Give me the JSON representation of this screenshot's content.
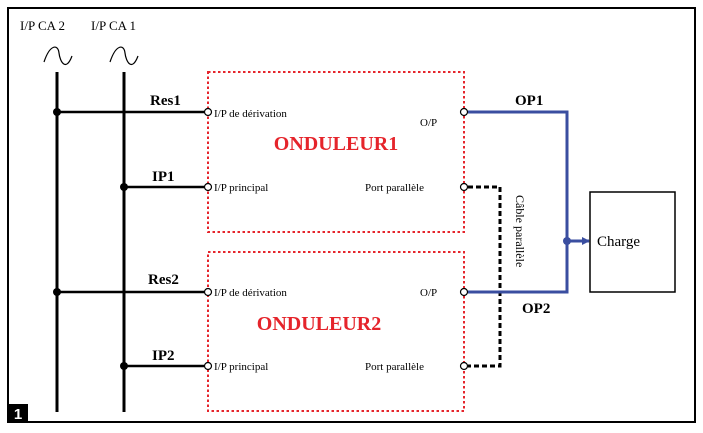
{
  "inputs": {
    "ca2_label": "I/P CA 2",
    "ca1_label": "I/P CA 1"
  },
  "lines": {
    "res1": "Res1",
    "ip1": "IP1",
    "res2": "Res2",
    "ip2": "IP2"
  },
  "ups1": {
    "name": "ONDULEUR1",
    "bypass_label": "I/P de dérivation",
    "main_label": "I/P principal",
    "output_label": "O/P",
    "parallel_label": "Port parallèle"
  },
  "ups2": {
    "name": "ONDULEUR2",
    "bypass_label": "I/P de dérivation",
    "main_label": "I/P principal",
    "output_label": "O/P",
    "parallel_label": "Port parallèle"
  },
  "outputs": {
    "op1": "OP1",
    "op2": "OP2"
  },
  "parallel_cable_label": "Câble parallèle",
  "load_label": "Charge",
  "step_badge": "1",
  "colors": {
    "ups_border": "#e5242b",
    "ups_title": "#e5242b",
    "output_line": "#3a4ea0",
    "ink": "#000000"
  }
}
